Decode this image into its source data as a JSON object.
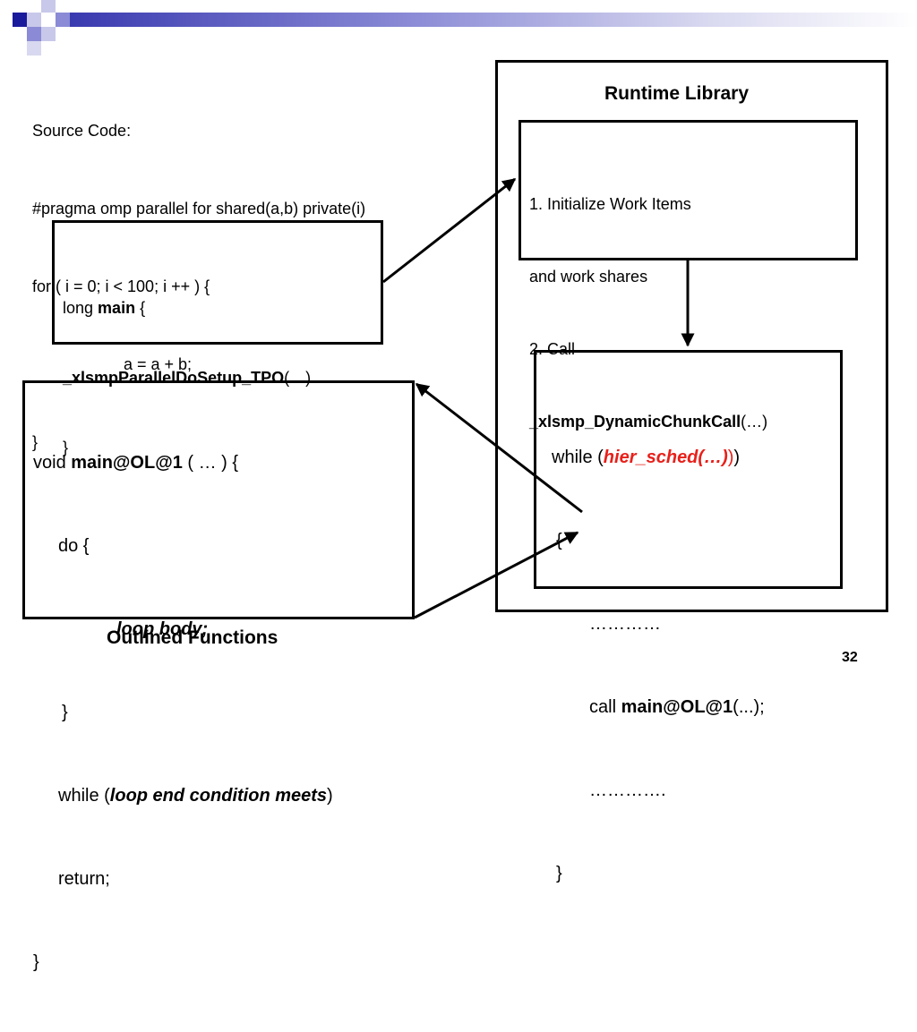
{
  "source": {
    "line1": "Source Code:",
    "line2": "#pragma omp parallel for shared(a,b) private(i)",
    "line3": "for ( i = 0; i < 100; i ++ ) {",
    "line4": "a = a + b;",
    "line5": "}"
  },
  "main_box": {
    "long": "long ",
    "main": "main",
    "brace_open": " {",
    "setup_fn": "_xlsmpParallelDoSetup_TPO",
    "setup_args": "(…)",
    "brace_close": "}"
  },
  "runtime": {
    "title": "Runtime Library",
    "init_line1": "1. Initialize Work Items",
    "init_line2": "and work shares",
    "call_line": "2. Call",
    "call_fn": "_xlsmp_DynamicChunkCall",
    "call_args": "(…)"
  },
  "loop_box": {
    "while_pre": "while (",
    "hier_sched": "hier_sched(…)",
    "while_post": ")",
    "brace_open": "{",
    "dots1": "…………",
    "call_pre": "call ",
    "call_fn": "main@OL@1",
    "call_args": "(...);",
    "dots2": "………….",
    "brace_close": "}"
  },
  "outlined": {
    "void": "void ",
    "fn": "main@OL@1",
    "sig_rest": " ( … ) {",
    "do": "do {",
    "body": "loop body;",
    "close_do": "}",
    "while_pre": "while (",
    "cond": "loop end condition meets",
    "while_post": ")",
    "ret": "return;",
    "close": "}",
    "caption": "Outlined Functions"
  },
  "page_number": "32",
  "colors": {
    "accent_red": "#e8201a",
    "header_blue": "#1a1a9c"
  }
}
